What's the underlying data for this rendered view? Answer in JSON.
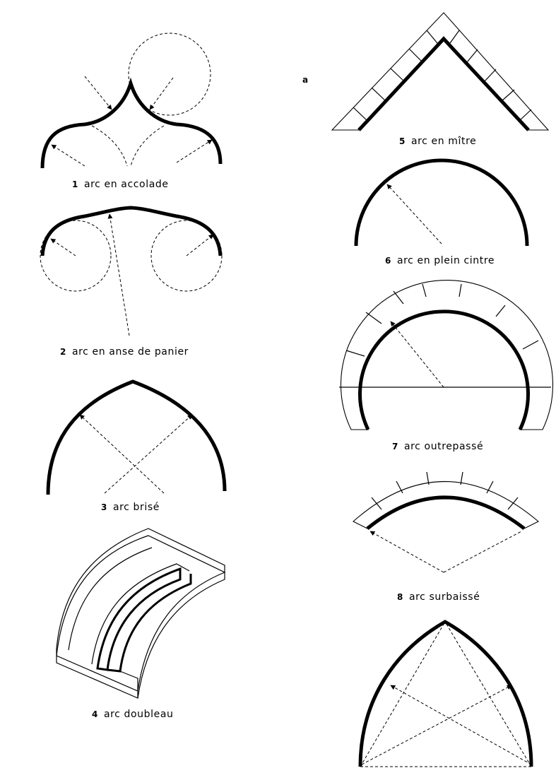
{
  "corner_letter": "a",
  "arches": [
    {
      "num": "1",
      "name": "arc en accolade"
    },
    {
      "num": "2",
      "name": "arc en anse de panier"
    },
    {
      "num": "3",
      "name": "arc brisé"
    },
    {
      "num": "4",
      "name": "arc doubleau"
    },
    {
      "num": "5",
      "name": "arc en mître"
    },
    {
      "num": "6",
      "name": "arc en plein cintre"
    },
    {
      "num": "7",
      "name": "arc outrepassé"
    },
    {
      "num": "8",
      "name": "arc surbaissé"
    }
  ]
}
